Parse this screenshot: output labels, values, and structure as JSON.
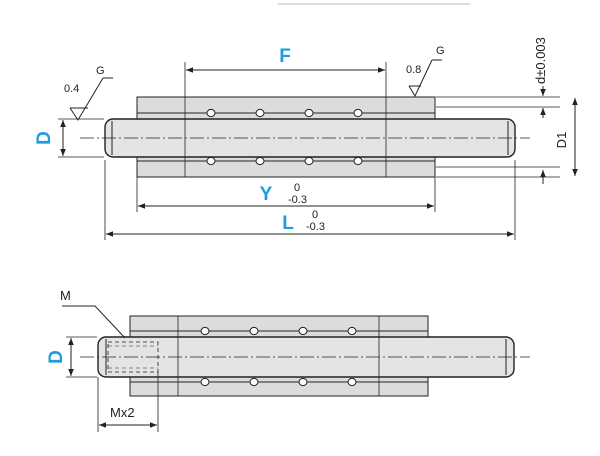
{
  "top_view": {
    "dim_F": "F",
    "dim_Y": "Y",
    "dim_Y_tol_upper": "0",
    "dim_Y_tol_lower": "-0.3",
    "dim_L": "L",
    "dim_L_tol_upper": "0",
    "dim_L_tol_lower": "-0.3",
    "dim_D": "D",
    "dim_D1": "D1",
    "dim_d": "d±0.003",
    "rough_left_value": "0.4",
    "rough_left_grade": "G",
    "rough_right_value": "0.8",
    "rough_right_grade": "G"
  },
  "bottom_view": {
    "label_M": "M",
    "dim_D": "D",
    "dim_Mx2": "Mx2"
  },
  "colors": {
    "accent_label": "#1f9be0",
    "body_fill": "#dcdcdc",
    "line": "#222222"
  }
}
